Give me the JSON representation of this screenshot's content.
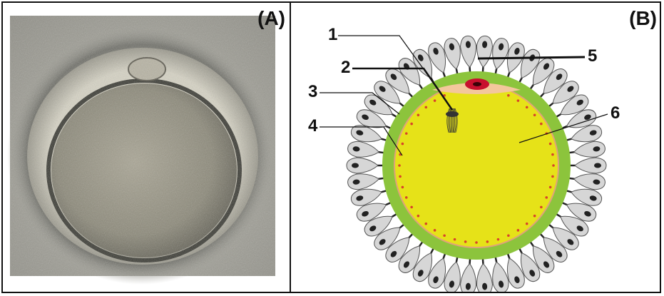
{
  "panels": {
    "a": {
      "label": "(A)"
    },
    "b": {
      "label": "(B)",
      "callouts": [
        "1",
        "2",
        "3",
        "4",
        "5",
        "6"
      ]
    }
  },
  "colors": {
    "border": "#111111",
    "yolk": "#e6e218",
    "zona": "#8cc43c",
    "cortical_dot": "#d8432a",
    "nucleus": "#c8102e",
    "follicle_cell": "#d6d6d6",
    "micrograph_bg": "#a9a89f"
  }
}
